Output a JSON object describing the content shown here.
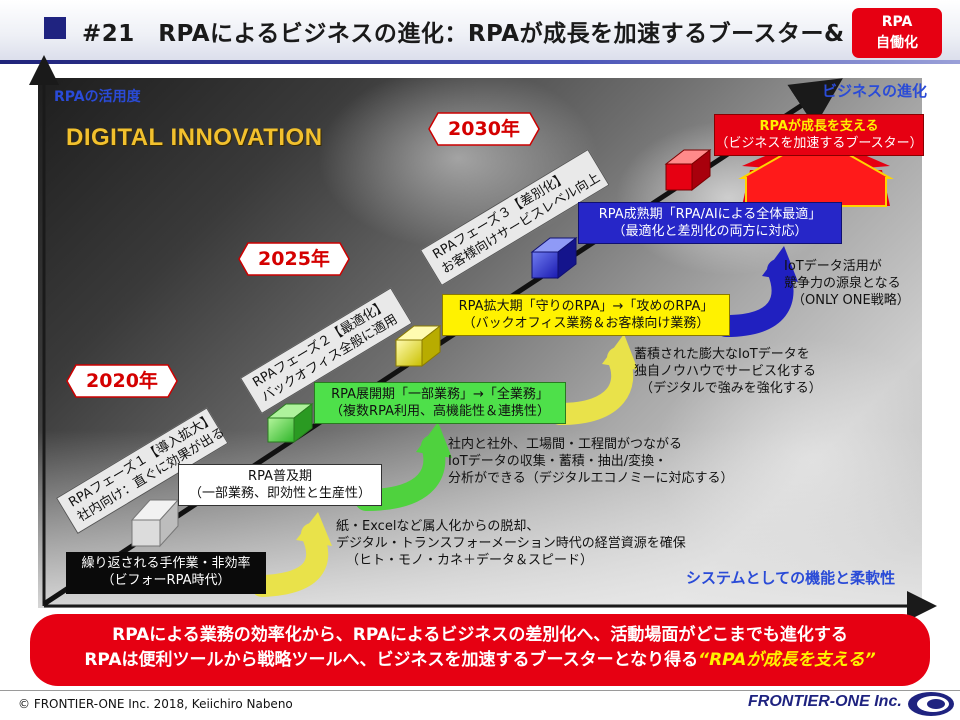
{
  "header": {
    "title": "#21　RPAによるビジネスの進化：RPAが成長を加速するブースター&",
    "badge_line1": "RPA",
    "badge_line2": "自働化"
  },
  "axes": {
    "y_label": "RPAの活用度",
    "x_top_label": "ビジネスの進化",
    "x_label": "システムとしての機能と柔軟性"
  },
  "headline": "DIGITAL INNOVATION",
  "years": [
    "2020年",
    "2025年",
    "2030年"
  ],
  "phases": [
    {
      "line1": "RPAフェーズ１【導入拡大】",
      "line2": "社内向け：直ぐに効果が出る"
    },
    {
      "line1": "RPAフェーズ２【最適化】",
      "line2": "バックオフィス全般に適用"
    },
    {
      "line1": "RPAフェーズ３【差別化】",
      "line2": "お客様向けサービスレベル向上"
    }
  ],
  "stages": [
    {
      "line1": "繰り返される手作業・非効率",
      "line2": "（ビフォーRPA時代）"
    },
    {
      "line1": "RPA普及期",
      "line2": "（一部業務、即効性と生産性）"
    },
    {
      "line1": "RPA展開期「一部業務」→「全業務」",
      "line2": "（複数RPA利用、高機能性＆連携性）"
    },
    {
      "line1": "RPA拡大期「守りのRPA」→「攻めのRPA」",
      "line2": "（バックオフィス業務＆お客様向け業務）"
    },
    {
      "line1": "RPA成熟期「RPA/AIによる全体最適」",
      "line2": "（最適化と差別化の両方に対応）"
    },
    {
      "line1": "RPAが成長を支える",
      "line2": "（ビジネスを加速するブースター）"
    }
  ],
  "notes": [
    {
      "lines": [
        "紙・Excelなど属人化からの脱却、",
        "デジタル・トランスフォーメーション時代の経営資源を確保",
        "（ヒト・モノ・カネ＋データ＆スピード）"
      ]
    },
    {
      "lines": [
        "社内と社外、工場間・工程間がつながる",
        "IoTデータの収集・蓄積・抽出/変換・",
        "分析ができる（デジタルエコノミーに対応する）"
      ]
    },
    {
      "lines": [
        "蓄積された膨大なIoTデータを",
        "独自ノウハウでサービス化する",
        "（デジタルで強みを強化する）"
      ]
    },
    {
      "lines": [
        "IoTデータ活用が",
        "競争力の源泉となる",
        "（ONLY ONE戦略）"
      ]
    }
  ],
  "message": {
    "line1": "RPAによる業務の効率化から、RPAによるビジネスの差別化へ、活動場面がどこまでも進化する",
    "line2_main": "RPAは便利ツールから戦略ツールへ、ビジネスを加速するブースターとなり得る",
    "line2_highlight": "“RPAが成長を支える”"
  },
  "footer": {
    "copyright": "© FRONTIER-ONE Inc. 2018,  Keiichiro  Nabeno",
    "company": "FRONTIER-ONE Inc."
  },
  "colors": {
    "brand_navy": "#1f2380",
    "accent_red": "#e60012",
    "axis_blue": "#2a4bd7",
    "headline_gold": "#f2c12e"
  }
}
